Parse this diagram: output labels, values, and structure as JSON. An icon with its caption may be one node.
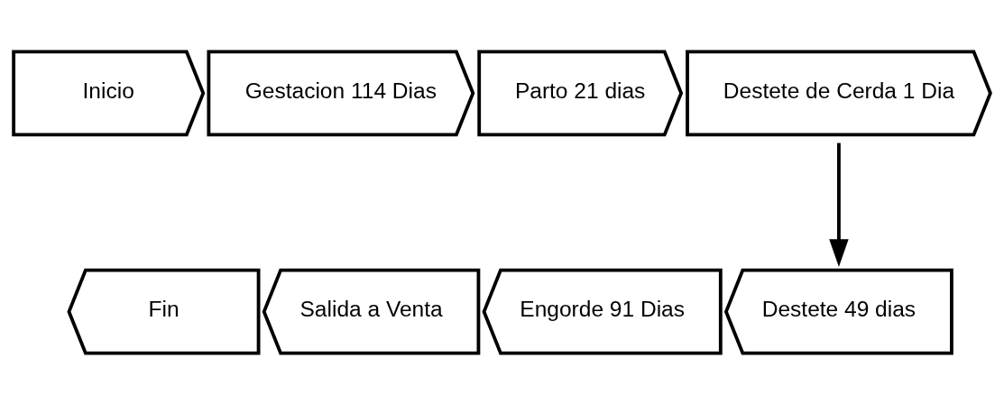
{
  "diagram": {
    "nodes": [
      {
        "text": [
          "Inicio"
        ]
      },
      {
        "text": [
          "Gestacion 114 Dias"
        ]
      },
      {
        "text": [
          "Parto 21 dias"
        ]
      },
      {
        "text": [
          "Destete de Cerda 1 Dia"
        ]
      },
      {
        "text": [
          "Destete 49 dias"
        ]
      },
      {
        "text": [
          "Engorde 91 Dias"
        ]
      },
      {
        "text": [
          "Salida a Venta"
        ]
      },
      {
        "text": [
          "Fin"
        ]
      }
    ],
    "edges": [
      {
        "from": 3,
        "to": 4,
        "arrow": "to"
      }
    ]
  }
}
